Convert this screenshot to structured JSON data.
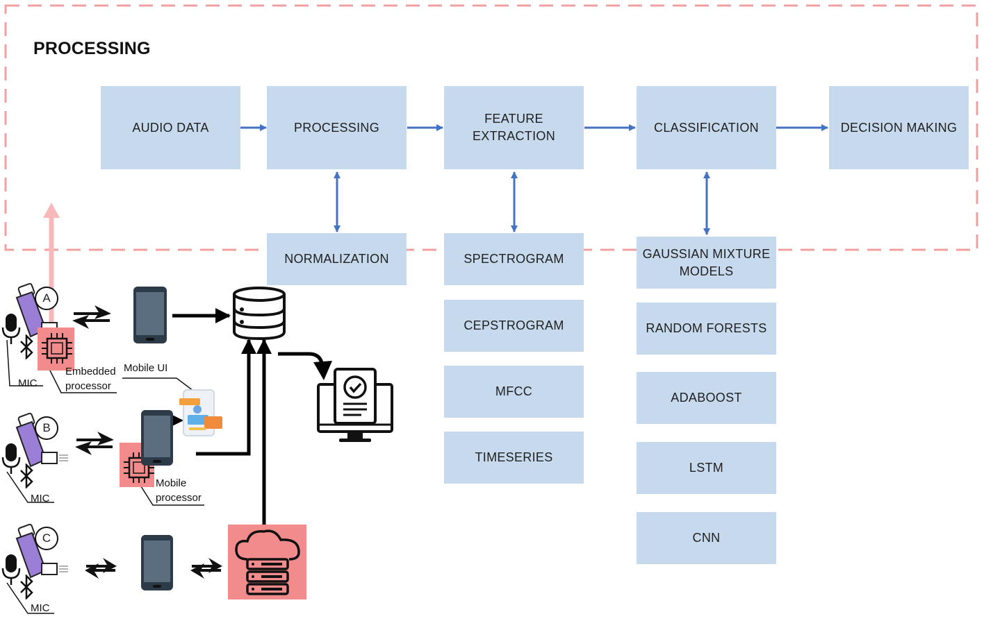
{
  "section_title": "PROCESSING",
  "pipeline": [
    {
      "id": "audio",
      "label": "AUDIO DATA"
    },
    {
      "id": "processing",
      "label": "PROCESSING"
    },
    {
      "id": "feature",
      "label": "FEATURE\nEXTRACTION"
    },
    {
      "id": "classification",
      "label": "CLASSIFICATION"
    },
    {
      "id": "decision",
      "label": "DECISION MAKING"
    }
  ],
  "normalization": "NORMALIZATION",
  "features": [
    "SPECTROGRAM",
    "CEPSTROGRAM",
    "MFCC",
    "TIMESERIES"
  ],
  "classifiers": [
    "GAUSSIAN MIXTURE\nMODELS",
    "RANDOM FORESTS",
    "ADABOOST",
    "LSTM",
    "CNN"
  ],
  "scenarios": [
    {
      "letter": "A",
      "mic": "MIC",
      "processor": "Embedded\nprocessor"
    },
    {
      "letter": "B",
      "mic": "MIC",
      "processor": "Mobile\nprocessor"
    },
    {
      "letter": "C",
      "mic": "MIC"
    }
  ],
  "mobile_ui_label": "Mobile UI",
  "colors": {
    "box": "#c6d9ed",
    "arrow": "#4472c4",
    "dash": "#f0a0a0",
    "chip": "#f28b8b"
  }
}
